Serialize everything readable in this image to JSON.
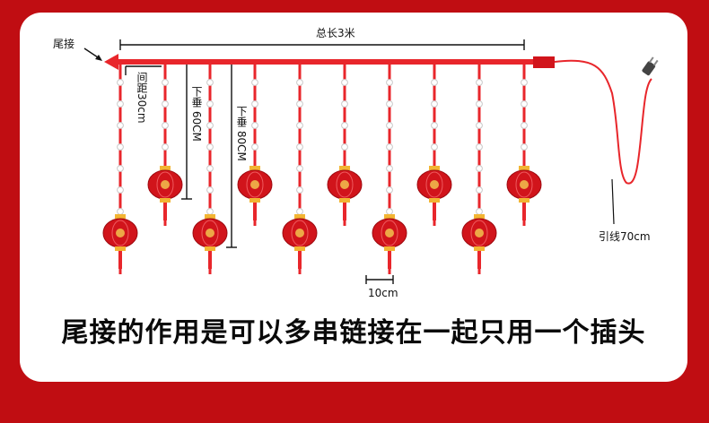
{
  "labels": {
    "tail_connector": "尾接",
    "total_length": "总长3米",
    "spacing": "间距30cm",
    "drop_60": "下垂 60CM",
    "drop_80": "下垂 80CM",
    "lead_wire": "引线70cm",
    "scale_10cm": "10cm"
  },
  "caption": "尾接的作用是可以多串链接在一起只用一个插头",
  "colors": {
    "background": "#c00d12",
    "panel": "#ffffff",
    "wire": "#e8262b",
    "lantern": "#d1141b",
    "dimension_line": "#111111"
  },
  "icons": {
    "plug": "plug-icon",
    "lantern": "lantern-icon",
    "tail_cap": "connector-cap-icon"
  }
}
